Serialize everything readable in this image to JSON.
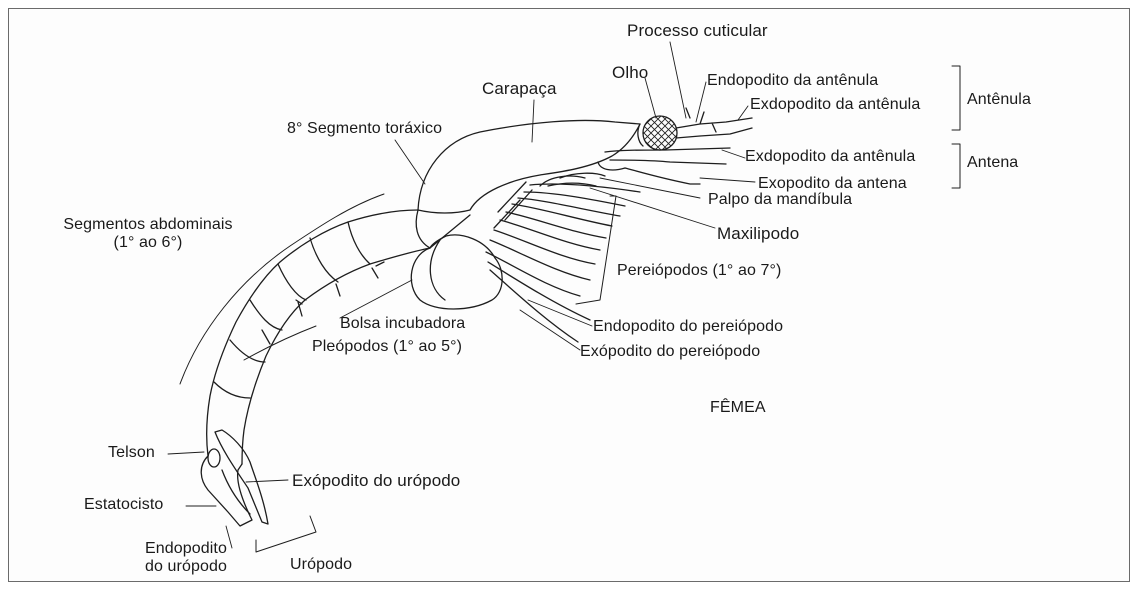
{
  "diagram": {
    "labels": {
      "processo_cuticular": "Processo cuticular",
      "olho": "Olho",
      "carapaca": "Carapaça",
      "endopodito_antenula": "Endopodito da antênula",
      "exdopodito_antenula": "Exdopodito da antênula",
      "antenula": "Antênula",
      "segmento_toracico": "8° Segmento toráxico",
      "exdopodito_antenula_2": "Exdopodito da antênula",
      "antena": "Antena",
      "exopodito_antena": "Exopodito da antena",
      "palpo_mandibula": "Palpo da mandíbula",
      "segmentos_abdominais_1": "Segmentos abdominais",
      "segmentos_abdominais_2": "(1° ao 6°)",
      "maxilipodo": "Maxilipodo",
      "pereiopodos": "Pereiópodos (1° ao 7°)",
      "bolsa_incubadora": "Bolsa incubadora",
      "endopodito_pereiopodo": "Endopodito do pereiópodo",
      "pleopodos": "Pleópodos (1° ao 5°)",
      "exopodito_pereiopodo": "Exópodito do pereiópodo",
      "femea": "FÊMEA",
      "telson": "Telson",
      "exopodito_uropodo": "Exópodito do urópodo",
      "estatocisto": "Estatocisto",
      "endopodito_uropodo_1": "Endopodito",
      "endopodito_uropodo_2": "do urópodo",
      "uropodo": "Urópodo"
    }
  }
}
